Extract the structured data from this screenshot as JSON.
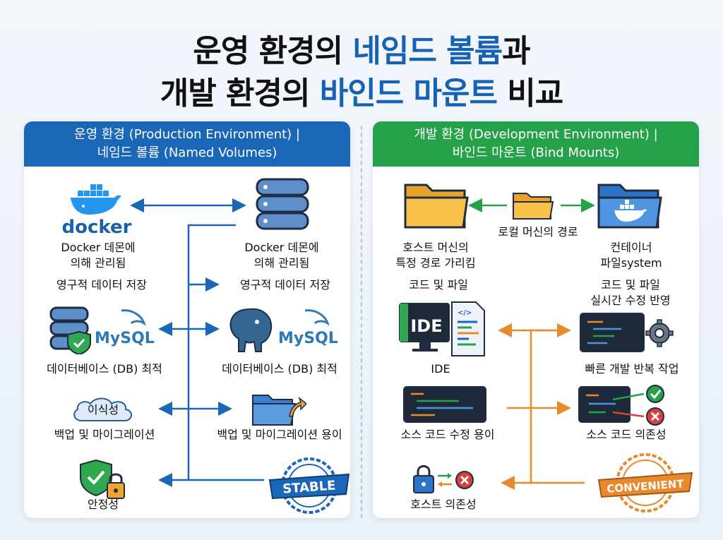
{
  "title": {
    "line1_pre": "운영 환경의 ",
    "line1_hl": "네임드 볼륨",
    "line1_post": "과",
    "line2_pre": "개발 환경의 ",
    "line2_hl": "바인드 마운트",
    "line2_post": " 비교"
  },
  "left": {
    "header_line1": "운영 환경 (Production Environment) |",
    "header_line2": "네임드 볼륨 (Named Volumes)",
    "docker_logo_text": "docker",
    "managed_a": "Docker 데몬에\n의해 관리됨",
    "managed_b": "Docker 데몬에\n의해 관리됨",
    "persist_a": "영구적 데이터 저장",
    "persist_b": "영구적 데이터 저장",
    "mysql_logo_text_a": "MySQL",
    "mysql_logo_text_b": "MySQL",
    "db_a": "데이터베이스 (DB) 최적",
    "db_b": "데이터베이스 (DB) 최적",
    "portability": "이식성",
    "backup_a": "백업 및 마이그레이션",
    "backup_b": "백업 및 마이그레이션 용이",
    "stability": "안정성",
    "stable_badge": "STABLE"
  },
  "right": {
    "header_line1": "개발 환경 (Development Environment) |",
    "header_line2": "바인드 마운트 (Bind Mounts)",
    "local_path": "로컬 머신의 경로",
    "host_path": "호스트 머신의\n특정 경로 가리킴",
    "container_fs": "컨테이너\n파일system",
    "code_files": "코드 및 파일",
    "realtime": "코드 및 파일\n실시간 수정 반영",
    "ide_text": "IDE",
    "ide": "IDE",
    "fast_dev": "빠른 개발 반복 작업",
    "source_edit": "소스 코드 수정 용이",
    "source_dep": "소스 코드 의존성",
    "host_dep": "호스트 의존성",
    "convenient_badge": "CONVENIENT"
  },
  "colors": {
    "blue": "#1a67b8",
    "green": "#25a14a",
    "orange": "#e8892c",
    "title_highlight": "#1763b3"
  }
}
